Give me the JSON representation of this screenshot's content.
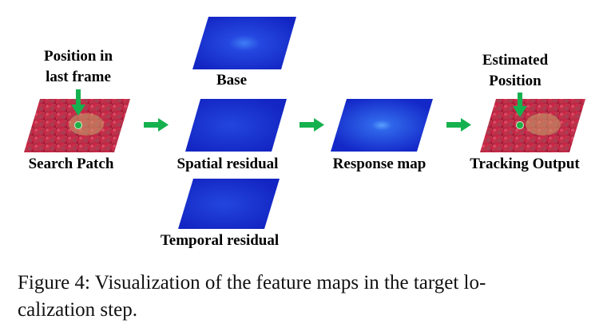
{
  "labels": {
    "position_in_last_frame_1": "Position in",
    "position_in_last_frame_2": "last frame",
    "search_patch": "Search Patch",
    "base": "Base",
    "spatial_residual": "Spatial residual",
    "temporal_residual": "Temporal residual",
    "response_map": "Response map",
    "estimated_position_1": "Estimated",
    "estimated_position_2": "Position",
    "tracking_output": "Tracking Output"
  },
  "caption": {
    "line1": "Figure 4: Visualization of the feature maps in the target lo-",
    "line2": "calization step."
  },
  "colors": {
    "arrow": "#16b14f",
    "patch_red": "#c21a3d",
    "map_blue": "#1a2fd0",
    "map_hot": "#4a8dff",
    "marker": "#1fb045"
  }
}
